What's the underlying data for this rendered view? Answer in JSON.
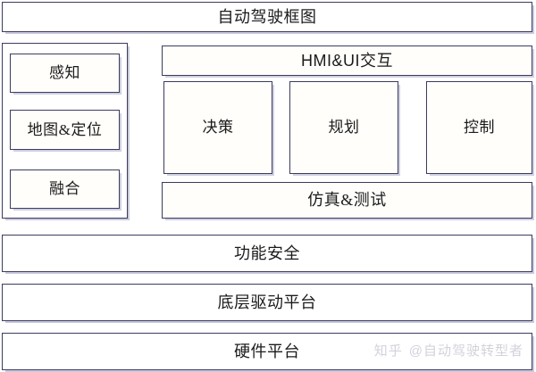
{
  "diagram": {
    "title": "自动驾驶框图",
    "left_column": {
      "items": [
        {
          "label": "感知"
        },
        {
          "label": "地图&定位"
        },
        {
          "label": "融合"
        }
      ]
    },
    "right_column": {
      "top_bar": "HMI&UI交互",
      "middle_boxes": [
        {
          "label": "决策"
        },
        {
          "label": "规划"
        },
        {
          "label": "控制"
        }
      ],
      "bottom_bar": "仿真&测试"
    },
    "foundation_layers": [
      {
        "label": "功能安全"
      },
      {
        "label": "底层驱动平台"
      },
      {
        "label": "硬件平台"
      }
    ]
  },
  "watermark": {
    "site": "知乎",
    "handle": "@自动驾驶转型者"
  },
  "colors": {
    "border": "#3c3c5e",
    "shadow": "#c9c9de",
    "background": "#ffffff",
    "text": "#1b1b1b",
    "watermark": "#d2d2dd"
  }
}
